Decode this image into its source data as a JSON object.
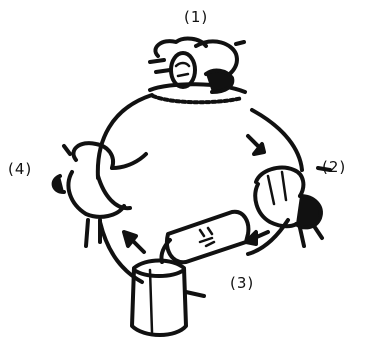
{
  "diagram": {
    "steps": [
      {
        "id": "1",
        "label": "(1)"
      },
      {
        "id": "2",
        "label": "(2)"
      },
      {
        "id": "3",
        "label": "(3)"
      },
      {
        "id": "4",
        "label": "(4)"
      }
    ],
    "colors": {
      "ink": "#111111",
      "background": "#ffffff"
    }
  }
}
